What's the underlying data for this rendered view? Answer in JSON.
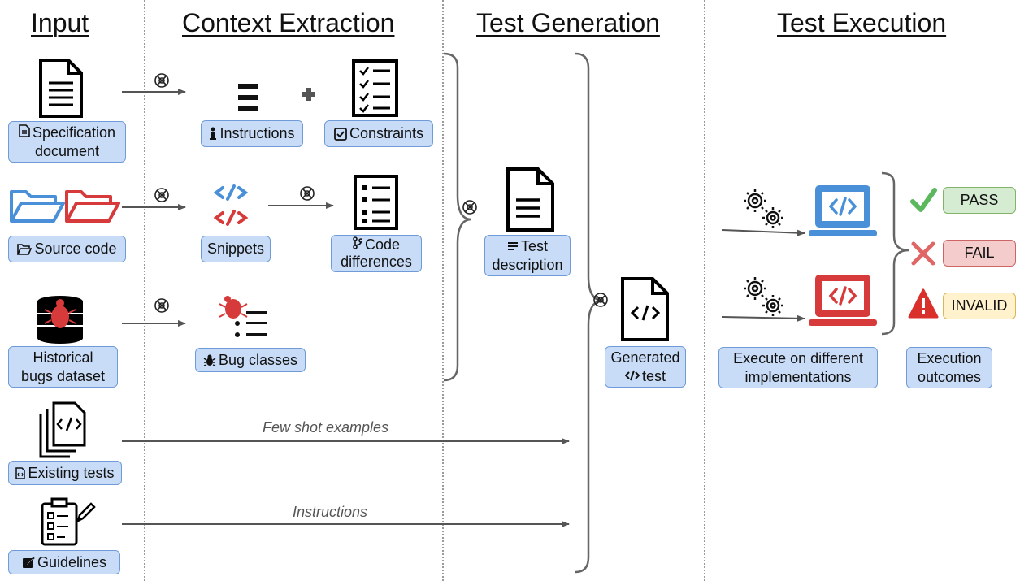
{
  "headers": {
    "input": "Input",
    "context": "Context Extraction",
    "generation": "Test Generation",
    "execution": "Test Execution"
  },
  "input": {
    "spec_line1": "Specification",
    "spec_line2": "document",
    "source": "Source code",
    "hist_line1": "Historical",
    "hist_line2": "bugs dataset",
    "existing": "Existing tests",
    "guidelines": "Guidelines"
  },
  "context": {
    "instructions": "Instructions",
    "constraints": "Constraints",
    "snippets": "Snippets",
    "code_line1": "Code",
    "code_line2": "differences",
    "bug_classes": "Bug classes"
  },
  "generation": {
    "desc_line1": "Test",
    "desc_line2": "description",
    "gen_line1": "Generated",
    "gen_line2": "test"
  },
  "execution": {
    "exec_line1": "Execute on different",
    "exec_line2": "implementations",
    "out_line1": "Execution",
    "out_line2": "outcomes",
    "pass": "PASS",
    "fail": "FAIL",
    "invalid": "INVALID"
  },
  "arrows": {
    "few_shot": "Few shot examples",
    "instructions": "Instructions"
  },
  "colors": {
    "box_fill": "#c9dcf7",
    "box_border": "#6f9bd8",
    "pass_fill": "#d6ecd2",
    "fail_fill": "#f5cccc",
    "invalid_fill": "#fff2cc",
    "laptop_blue": "#4a90d9",
    "laptop_red": "#d63a3a"
  }
}
